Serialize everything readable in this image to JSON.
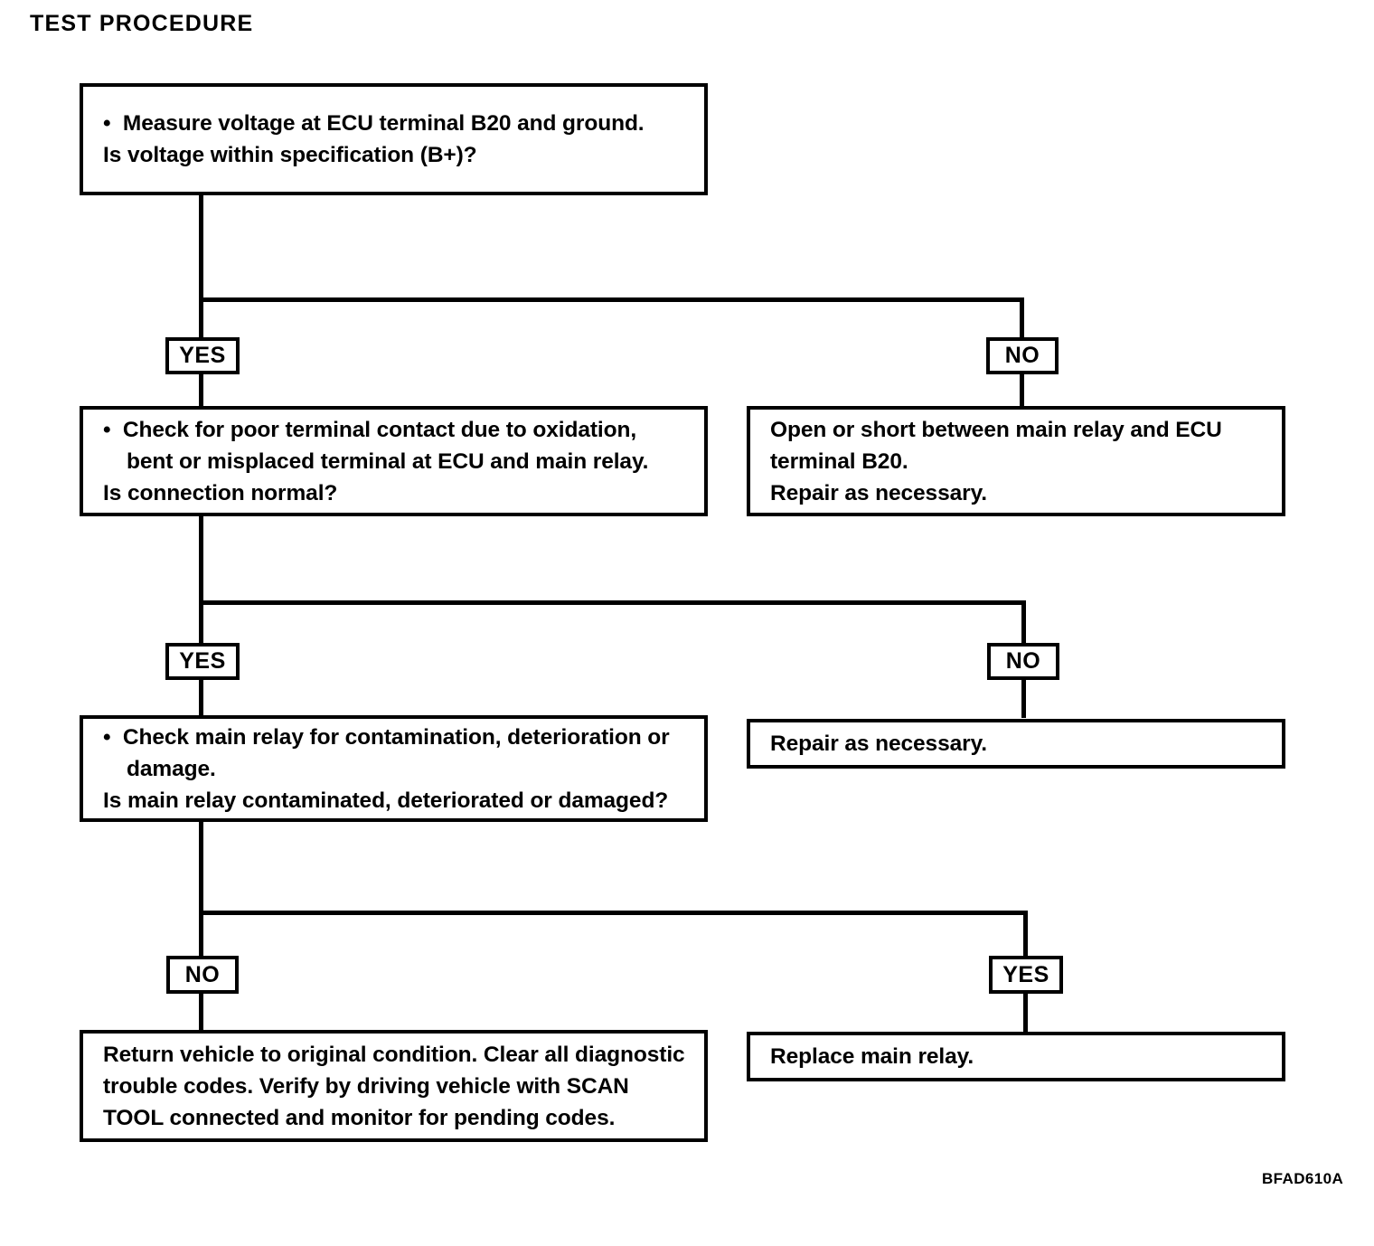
{
  "page": {
    "title": "TEST PROCEDURE",
    "figure_code": "BFAD610A",
    "ink_color": "#000000",
    "background_color": "#ffffff"
  },
  "flowchart": {
    "type": "decision-flowchart",
    "steps": [
      {
        "id": "step-1",
        "kind": "decision",
        "column": "left",
        "lines": [
          "•  Measure voltage at ECU terminal B20 and ground.",
          "Is voltage within specification (B+)?"
        ],
        "branches": [
          {
            "label": "YES",
            "side": "left",
            "target": "step-2"
          },
          {
            "label": "NO",
            "side": "right",
            "target": "step-2-alt"
          }
        ]
      },
      {
        "id": "step-2",
        "kind": "decision",
        "column": "left",
        "lines": [
          "•  Check for poor terminal contact due to oxidation,",
          "    bent or misplaced terminal at ECU and main relay.",
          "Is connection normal?"
        ],
        "branches": [
          {
            "label": "YES",
            "side": "left",
            "target": "step-3"
          },
          {
            "label": "NO",
            "side": "right",
            "target": "step-3-alt"
          }
        ]
      },
      {
        "id": "step-2-alt",
        "kind": "action",
        "column": "right",
        "lines": [
          "Open or short between main relay and ECU",
          "terminal B20.",
          "Repair as necessary."
        ]
      },
      {
        "id": "step-3",
        "kind": "decision",
        "column": "left",
        "lines": [
          "•  Check main relay for contamination, deterioration or",
          "    damage.",
          "Is main relay contaminated, deteriorated or damaged?"
        ],
        "branches": [
          {
            "label": "NO",
            "side": "left",
            "target": "step-4"
          },
          {
            "label": "YES",
            "side": "right",
            "target": "step-4-alt"
          }
        ]
      },
      {
        "id": "step-3-alt",
        "kind": "action",
        "column": "right",
        "lines": [
          "Repair as necessary."
        ]
      },
      {
        "id": "step-4",
        "kind": "action",
        "column": "left",
        "lines": [
          "Return vehicle to original condition. Clear all diagnostic",
          "trouble codes. Verify by driving vehicle with SCAN",
          "TOOL connected and monitor for pending codes."
        ]
      },
      {
        "id": "step-4-alt",
        "kind": "action",
        "column": "right",
        "lines": [
          "Replace main relay."
        ]
      }
    ],
    "connector_labels": {
      "row1_left": "YES",
      "row1_right": "NO",
      "row2_left": "YES",
      "row2_right": "NO",
      "row3_left": "NO",
      "row3_right": "YES"
    },
    "box_texts": {
      "b1_l1": "•  Measure voltage at ECU terminal B20 and ground.",
      "b1_l2": "Is voltage within specification (B+)?",
      "b2_l1": "•  Check for poor terminal contact due to oxidation,",
      "b2_l2": "bent or misplaced terminal at ECU and main relay.",
      "b2_l3": "Is connection normal?",
      "b2r_l1": "Open or short between main relay and ECU",
      "b2r_l2": "terminal B20.",
      "b2r_l3": "Repair as necessary.",
      "b3_l1": "•  Check main relay for contamination, deterioration or",
      "b3_l2": "damage.",
      "b3_l3": "Is main relay contaminated, deteriorated or damaged?",
      "b3r_l1": "Repair as necessary.",
      "b4_l1": "Return vehicle to original condition. Clear all diagnostic",
      "b4_l2": "trouble codes. Verify by driving vehicle with SCAN",
      "b4_l3": "TOOL connected and monitor for pending codes.",
      "b4r_l1": "Replace main relay."
    }
  }
}
